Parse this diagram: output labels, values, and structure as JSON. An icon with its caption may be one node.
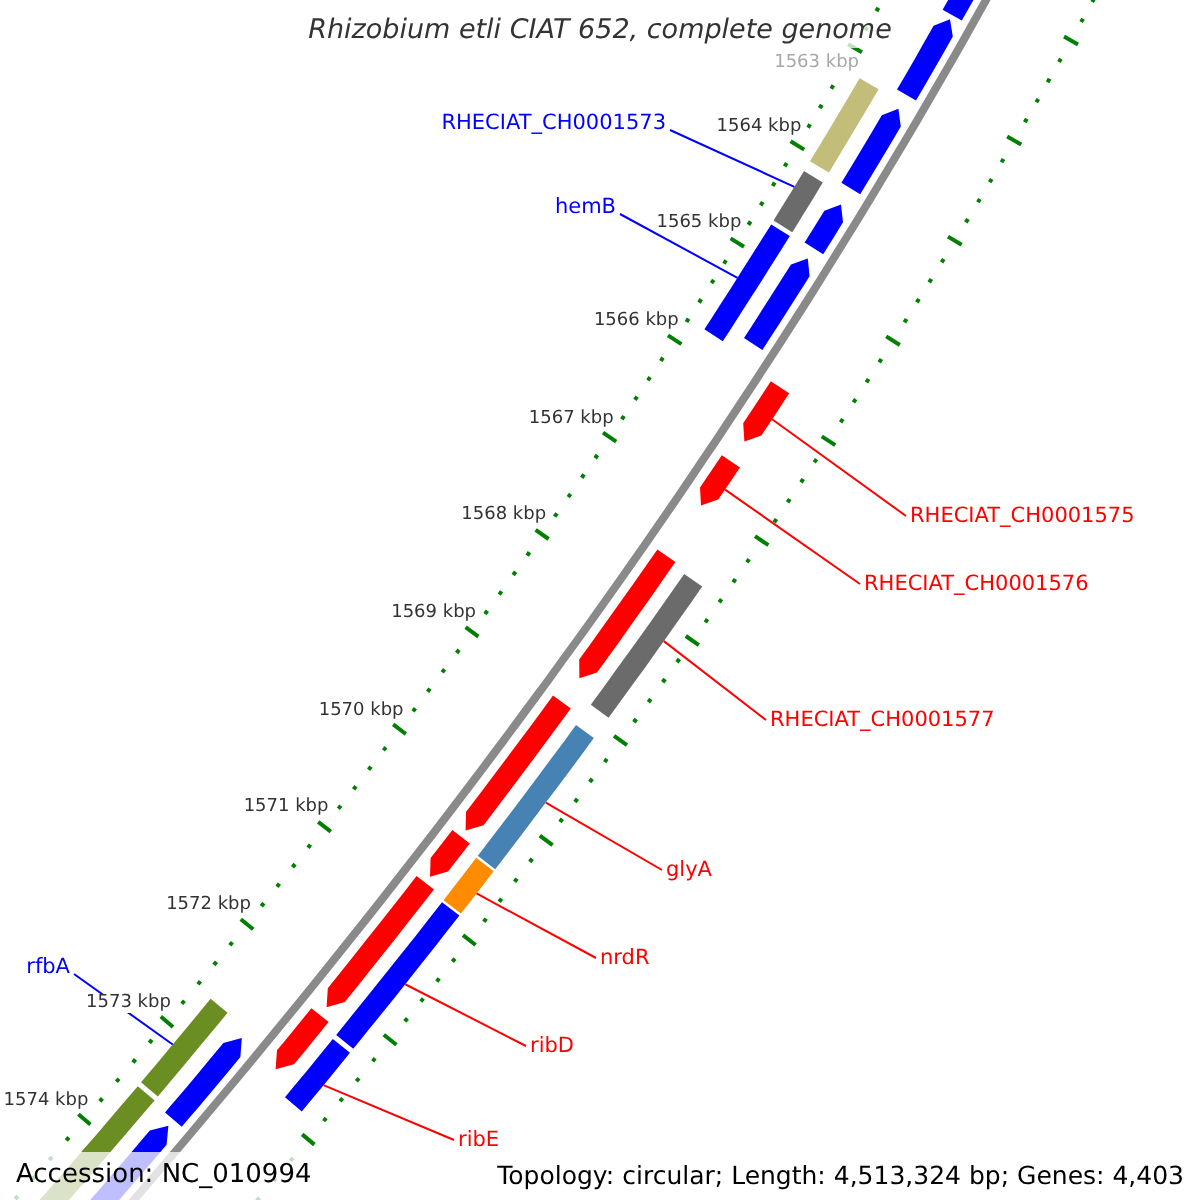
{
  "diagram": {
    "title": "Rhizobium etli CIAT 652, complete genome",
    "nodes": [
      {
        "text": [
          "RHECIAT_CH0001573"
        ]
      },
      {
        "text": [
          "hemB"
        ]
      },
      {
        "text": [
          "RHECIAT_CH0001575"
        ]
      },
      {
        "text": [
          "RHECIAT_CH0001576"
        ]
      },
      {
        "text": [
          "RHECIAT_CH0001577"
        ]
      },
      {
        "text": [
          "glyA"
        ]
      },
      {
        "text": [
          "nrdR"
        ]
      },
      {
        "text": [
          "rfbA"
        ]
      },
      {
        "text": [
          "ribD"
        ]
      },
      {
        "text": [
          "ribE"
        ]
      },
      {
        "text": [],
        "shape": "bar"
      },
      {
        "text": [],
        "shape": "bar"
      },
      {
        "text": [],
        "shape": "bar"
      },
      {
        "text": [],
        "shape": "bar"
      },
      {
        "text": [],
        "shape": "bar"
      },
      {
        "text": [],
        "shape": "bar"
      },
      {
        "text": [],
        "shape": "bar"
      },
      {
        "text": [],
        "shape": "bar"
      },
      {
        "text": [],
        "shape": "bar"
      },
      {
        "text": [],
        "shape": "bar"
      },
      {
        "text": [],
        "shape": "bar"
      },
      {
        "text": [],
        "shape": "bar"
      },
      {
        "text": [],
        "shape": "bar"
      },
      {
        "text": [],
        "shape": "bar"
      },
      {
        "text": [],
        "shape": "bar"
      },
      {
        "text": [],
        "shape": "bar"
      },
      {
        "text": [],
        "shape": "bar"
      },
      {
        "text": [],
        "shape": "bar"
      },
      {
        "text": [],
        "shape": "bar"
      },
      {
        "text": [],
        "shape": "bar"
      },
      {
        "text": [],
        "shape": "bar"
      },
      {
        "text": [],
        "shape": "bar"
      },
      {
        "text": [],
        "shape": "bar"
      },
      {
        "text": [],
        "shape": "bar"
      }
    ],
    "edges": [
      {
        "from": 0,
        "to": 14,
        "arrow": "none",
        "color": "#0000ff"
      },
      {
        "from": 1,
        "to": 16,
        "arrow": "none",
        "color": "#0000ff"
      },
      {
        "from": 2,
        "to": 18,
        "arrow": "none"
      },
      {
        "from": 3,
        "to": 19,
        "arrow": "none"
      },
      {
        "from": 4,
        "to": 21,
        "arrow": "none"
      },
      {
        "from": 5,
        "to": 23,
        "arrow": "none"
      },
      {
        "from": 6,
        "to": 25,
        "arrow": "none"
      },
      {
        "from": 7,
        "to": 30,
        "arrow": "none",
        "color": "#0000ff"
      },
      {
        "from": 8,
        "to": 27,
        "arrow": "none"
      },
      {
        "from": 9,
        "to": 29,
        "arrow": "none"
      }
    ],
    "labels": [
      "1563 kbp",
      "1564 kbp",
      "1565 kbp",
      "1566 kbp",
      "1567 kbp",
      "1568 kbp",
      "1569 kbp",
      "1570 kbp",
      "1571 kbp",
      "1572 kbp",
      "1573 kbp",
      "1574 kbp",
      "Accession: NC_010994",
      "Topology: circular; Length: 4,513,324 bp; Genes: 4,403"
    ]
  }
}
